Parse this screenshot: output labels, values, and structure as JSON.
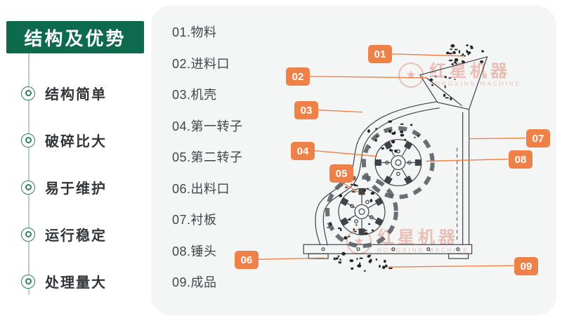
{
  "left_panel": {
    "title": "结构及优势",
    "features": [
      {
        "label": "结构简单"
      },
      {
        "label": "破碎比大"
      },
      {
        "label": "易于维护"
      },
      {
        "label": "运行稳定"
      },
      {
        "label": "处理量大"
      }
    ]
  },
  "legend": {
    "items": [
      {
        "label": "01.物料"
      },
      {
        "label": "02.进料口"
      },
      {
        "label": "03.机壳"
      },
      {
        "label": "04.第一转子"
      },
      {
        "label": "05.第二转子"
      },
      {
        "label": "06.出料口"
      },
      {
        "label": "07.衬板"
      },
      {
        "label": "08.锤头"
      },
      {
        "label": "09.成品"
      }
    ]
  },
  "badges": [
    {
      "label": "01"
    },
    {
      "label": "02"
    },
    {
      "label": "03"
    },
    {
      "label": "04"
    },
    {
      "label": "05"
    },
    {
      "label": "06"
    },
    {
      "label": "07"
    },
    {
      "label": "08"
    },
    {
      "label": "09"
    }
  ],
  "watermark": {
    "brand": "红星机器",
    "sub": "HONGXING MACHINE",
    "star": "★"
  },
  "colors": {
    "header_green": "#0e6a4d",
    "line_green": "#b6d2c2",
    "icon_green": "#2f7e58",
    "badge_orange": "#ee8148",
    "card_bg": "#f3f6f4",
    "watermark": "#d9725f"
  }
}
